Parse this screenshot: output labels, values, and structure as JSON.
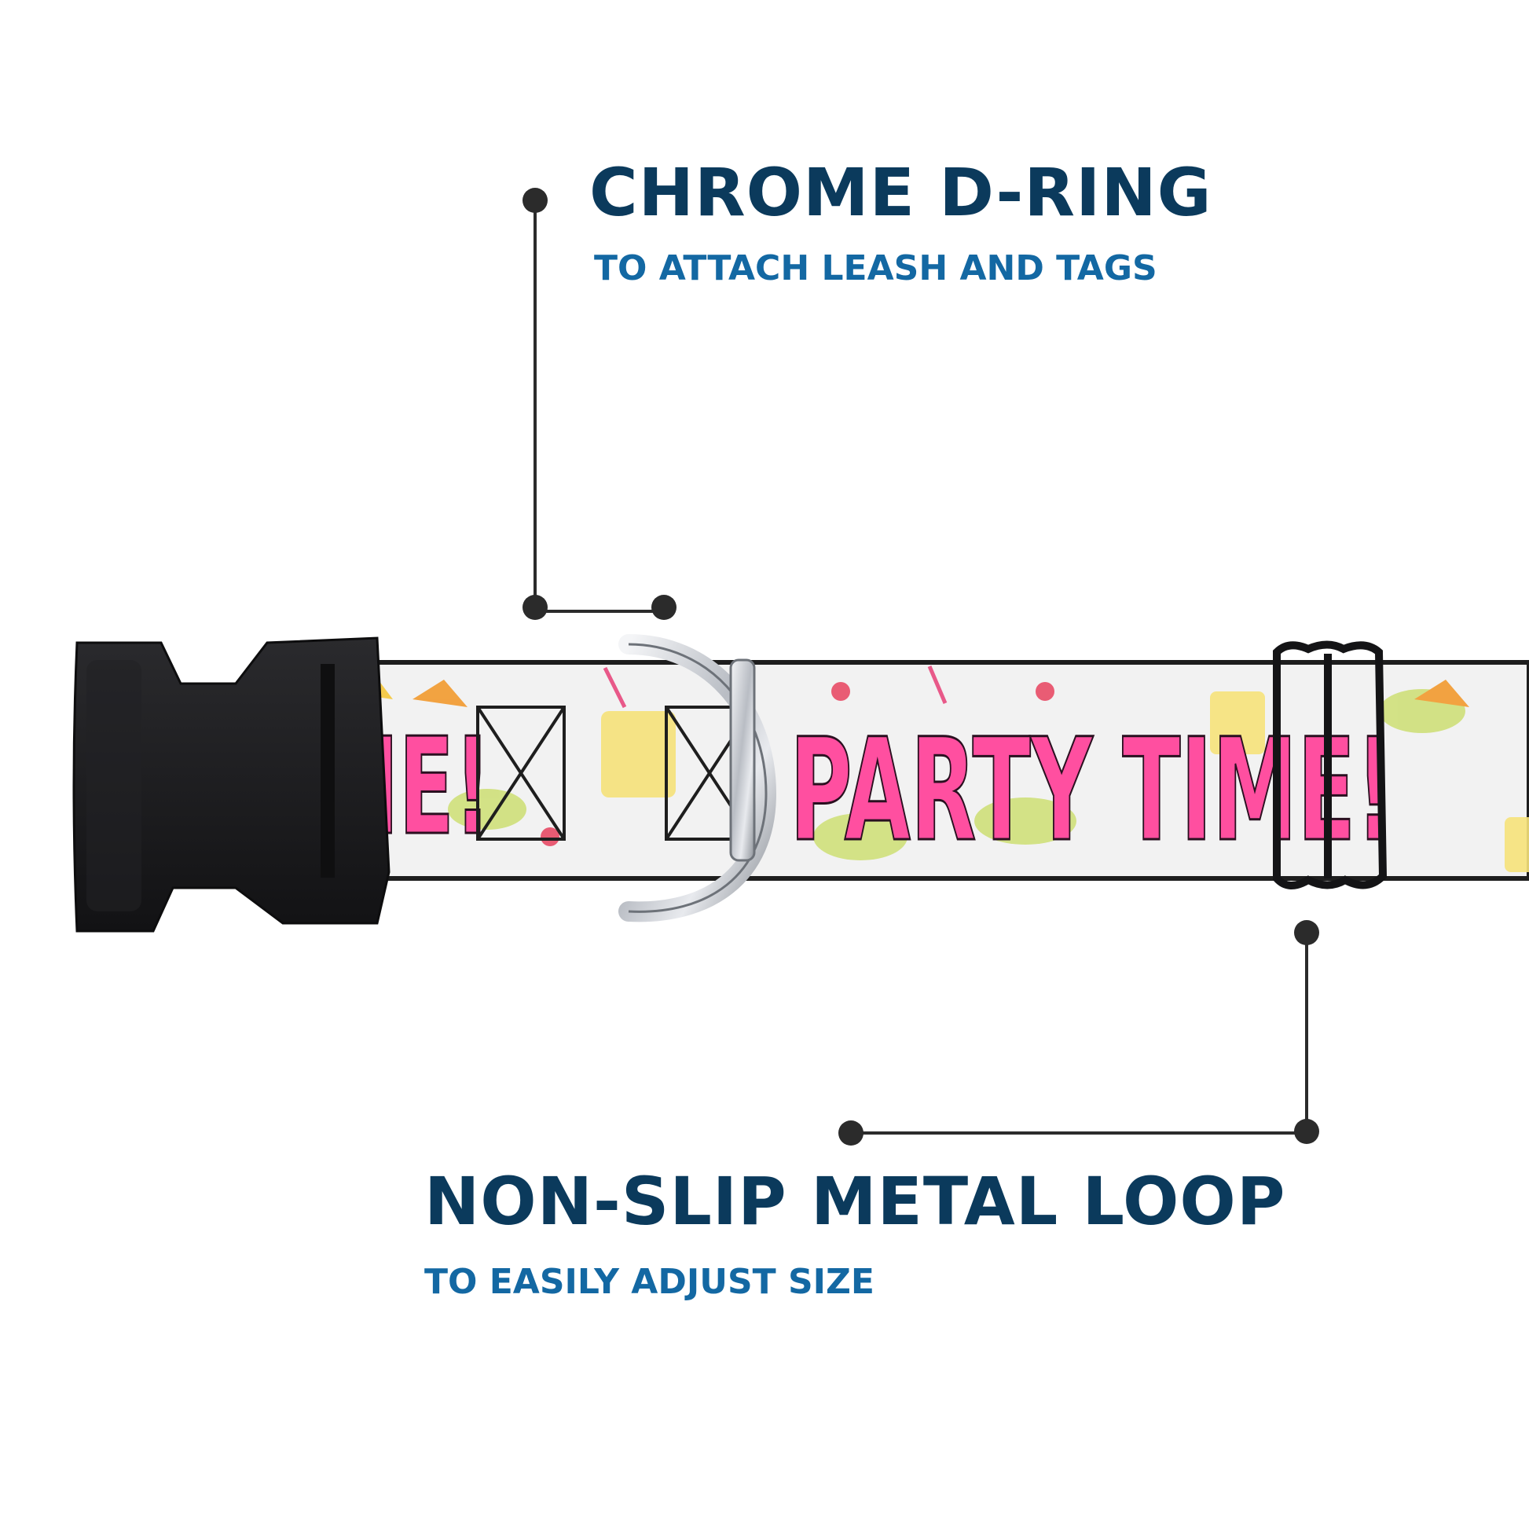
{
  "callouts": {
    "d_ring": {
      "title": "CHROME D-RING",
      "subtitle": "TO ATTACH LEASH AND TAGS"
    },
    "loop": {
      "title": "NON-SLIP METAL LOOP",
      "subtitle": "TO EASILY ADJUST SIZE"
    }
  },
  "collar": {
    "print_text_left": "ME!",
    "print_text_main": "PARTY TIME!"
  },
  "colors": {
    "title": "#0b3a5c",
    "subtitle": "#1368a3",
    "leader_line": "#2b2b2b",
    "buckle": "#1c1c1e",
    "pink_text": "#ff4fa0",
    "webbing_bg": "#f2f2f2",
    "chrome": "#c9ccd1"
  }
}
